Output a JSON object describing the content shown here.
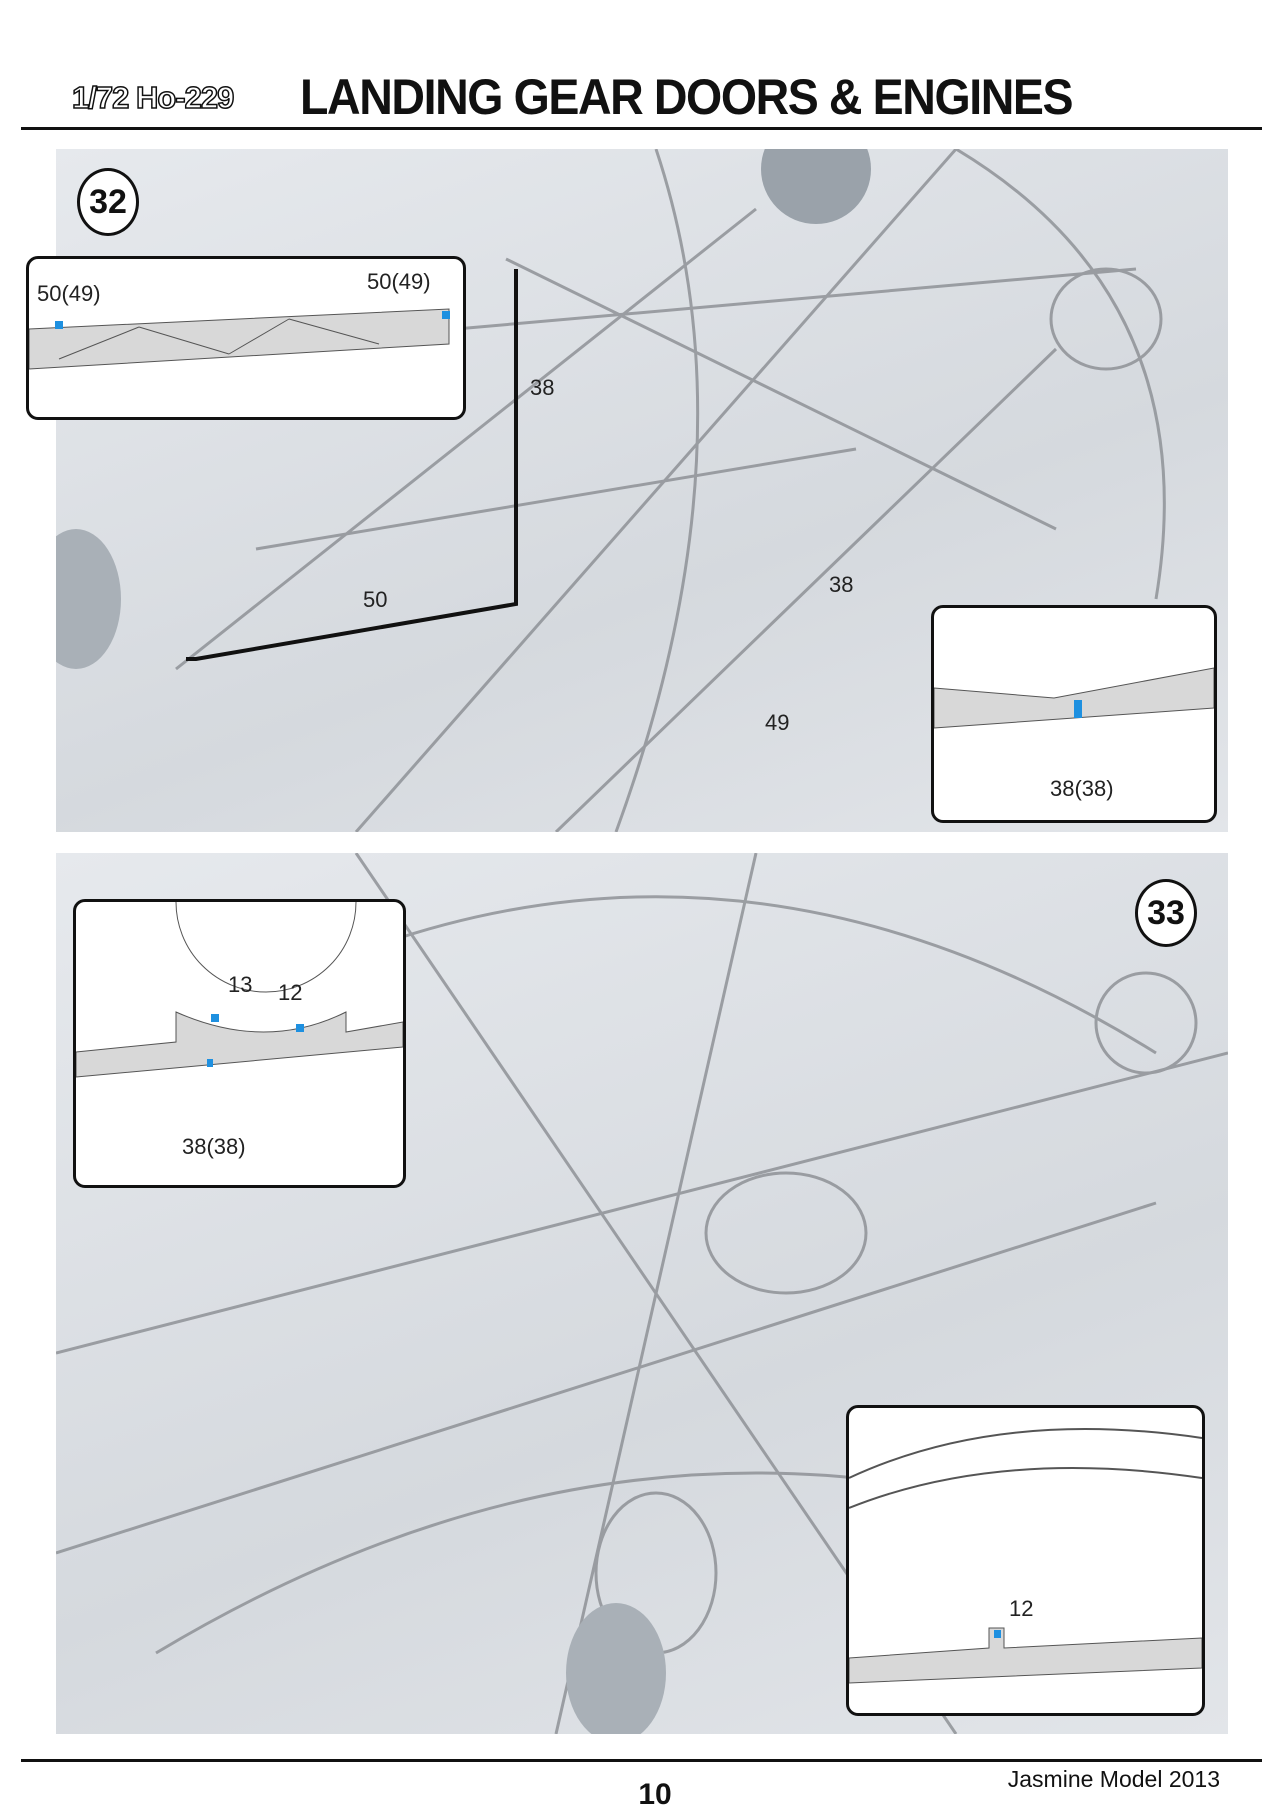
{
  "header": {
    "model": "1/72 Ho-229",
    "title": "LANDING GEAR DOORS & ENGINES"
  },
  "steps": [
    {
      "number": "32",
      "labels": {
        "callout_left_1": "50(49)",
        "callout_left_2": "50(49)",
        "part_38_a": "38",
        "part_38_b": "38",
        "part_50": "50",
        "part_49": "49",
        "callout_right": "38(38)"
      }
    },
    {
      "number": "33",
      "labels": {
        "part_13": "13",
        "part_12": "12",
        "callout_left_38": "38(38)",
        "callout_right_12": "12"
      }
    }
  ],
  "footer": {
    "page_number": "10",
    "brand": "Jasmine Model 2013"
  },
  "colors": {
    "highlight": "#1e90e0"
  }
}
